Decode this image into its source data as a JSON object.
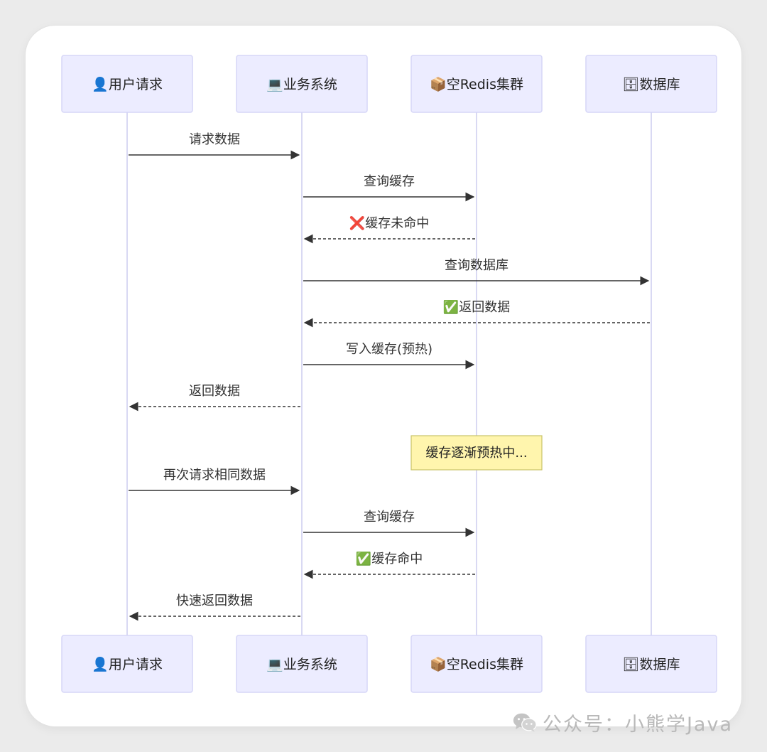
{
  "participants": [
    {
      "id": "user",
      "icon": "👤",
      "label": "用户请求",
      "icon_name": "user-icon"
    },
    {
      "id": "biz",
      "icon": "💻",
      "label": "业务系统",
      "icon_name": "laptop-icon"
    },
    {
      "id": "redis",
      "icon": "📦",
      "label": "空Redis集群",
      "icon_name": "package-icon"
    },
    {
      "id": "db",
      "icon": "🗄",
      "label": "数据库",
      "icon_name": "file-cabinet-icon"
    }
  ],
  "messages": [
    {
      "from": 0,
      "to": 1,
      "text": "请求数据",
      "style": "solid"
    },
    {
      "from": 1,
      "to": 2,
      "text": "查询缓存",
      "style": "solid"
    },
    {
      "from": 2,
      "to": 1,
      "text": "缓存未命中",
      "prefix": "❌",
      "prefix_name": "cross-mark-icon",
      "style": "dashed"
    },
    {
      "from": 1,
      "to": 3,
      "text": "查询数据库",
      "style": "solid"
    },
    {
      "from": 3,
      "to": 1,
      "text": "返回数据",
      "prefix": "✅",
      "prefix_name": "check-mark-icon",
      "style": "dashed"
    },
    {
      "from": 1,
      "to": 2,
      "text": "写入缓存(预热)",
      "style": "solid"
    },
    {
      "from": 1,
      "to": 0,
      "text": "返回数据",
      "style": "dashed"
    },
    {
      "note": true,
      "over": 2,
      "text": "缓存逐渐预热中..."
    },
    {
      "from": 0,
      "to": 1,
      "text": "再次请求相同数据",
      "style": "solid"
    },
    {
      "from": 1,
      "to": 2,
      "text": "查询缓存",
      "style": "solid"
    },
    {
      "from": 2,
      "to": 1,
      "text": "缓存命中",
      "prefix": "✅",
      "prefix_name": "check-mark-icon",
      "style": "dashed"
    },
    {
      "from": 1,
      "to": 0,
      "text": "快速返回数据",
      "style": "dashed"
    }
  ],
  "watermark": "公众号：小熊学Java",
  "colors": {
    "actor_fill": "#ececff",
    "actor_stroke": "#d6d6f7",
    "lifeline": "#d9d9f3",
    "arrow": "#333333",
    "note_fill": "#fff5ad",
    "note_stroke": "#c9c36a",
    "check_green": "#3fb950",
    "cross_red": "#e0312b"
  }
}
